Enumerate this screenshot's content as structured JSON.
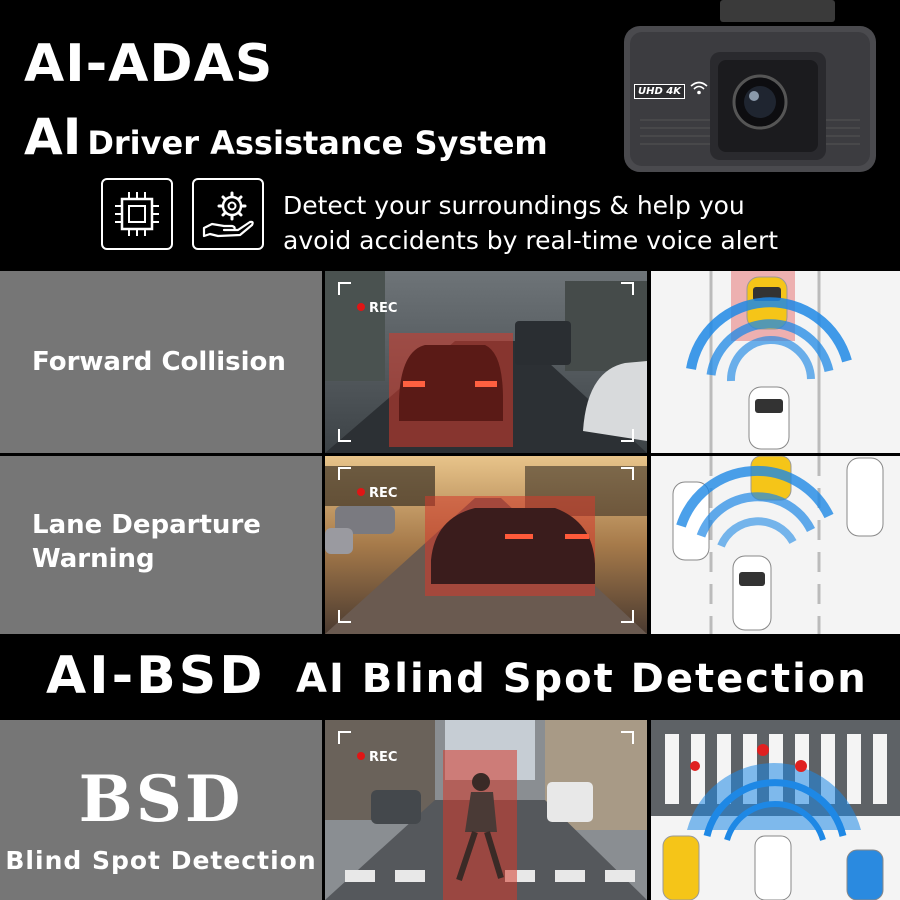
{
  "header": {
    "title": "AI-ADAS",
    "subtitle_big": "AI",
    "subtitle_rest": "Driver Assistance System",
    "description_line1": "Detect your surroundings & help you",
    "description_line2": "avoid accidents by real-time voice alert",
    "icons": [
      "chip-icon",
      "gear-hand-icon"
    ]
  },
  "camera": {
    "badge": "UHD 4K",
    "icons": [
      "wifi-icon"
    ]
  },
  "features": [
    {
      "label_line1": "Forward Collision",
      "label_line2": "",
      "rec_label": "REC"
    },
    {
      "label_line1": "Lane Departure",
      "label_line2": "Warning",
      "rec_label": "REC"
    }
  ],
  "bsd_banner": {
    "left": "AI-BSD",
    "right": "AI Blind Spot Detection"
  },
  "bsd_row": {
    "big": "BSD",
    "small": "Blind Spot Detection",
    "rec_label": "REC"
  },
  "colors": {
    "label_cell_gray": "#767676",
    "radar_blue": "#1e88e5",
    "detect_red": "#e02020",
    "taxi_yellow": "#f5c518"
  }
}
